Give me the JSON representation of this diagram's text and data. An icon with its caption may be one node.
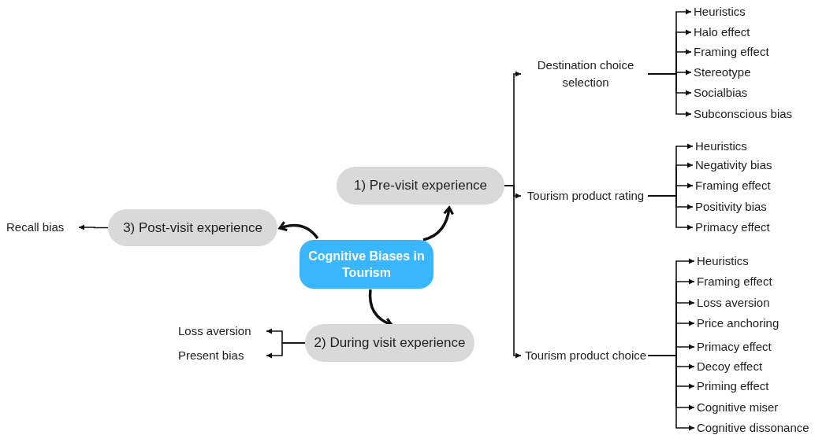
{
  "diagram": {
    "nodes": [
      {
        "text": [
          "Cognitive Biases in Tourism"
        ]
      },
      {
        "text": [
          "1) Pre-visit experience"
        ]
      },
      {
        "text": [
          "3) Post-visit experience"
        ]
      },
      {
        "text": [
          "2) During visit experience"
        ]
      },
      {
        "text": [
          "Recall bias"
        ]
      },
      {
        "text": [
          "Loss aversion"
        ]
      },
      {
        "text": [
          "Present bias"
        ]
      },
      {
        "text": [
          "Destination choice selection"
        ]
      },
      {
        "text": [
          "Tourism product rating"
        ]
      },
      {
        "text": [
          "Tourism product choice"
        ]
      },
      {
        "text": [
          "Heuristics"
        ]
      },
      {
        "text": [
          "Halo effect"
        ]
      },
      {
        "text": [
          "Framing effect"
        ]
      },
      {
        "text": [
          "Stereotype"
        ]
      },
      {
        "text": [
          "Socialbias"
        ]
      },
      {
        "text": [
          "Subconscious bias"
        ]
      },
      {
        "text": [
          "Heuristics"
        ]
      },
      {
        "text": [
          "Negativity bias"
        ]
      },
      {
        "text": [
          "Framing effect"
        ]
      },
      {
        "text": [
          "Positivity bias"
        ]
      },
      {
        "text": [
          "Primacy effect"
        ]
      },
      {
        "text": [
          "Heuristics"
        ]
      },
      {
        "text": [
          "Framing effect"
        ]
      },
      {
        "text": [
          "Loss aversion"
        ]
      },
      {
        "text": [
          "Price anchoring"
        ]
      },
      {
        "text": [
          "Primacy effect"
        ]
      },
      {
        "text": [
          "Decoy effect"
        ]
      },
      {
        "text": [
          "Priming effect"
        ]
      },
      {
        "text": [
          "Cognitive miser"
        ]
      },
      {
        "text": [
          "Cognitive dissonance"
        ]
      }
    ],
    "edges": [
      {
        "from": 0,
        "to": 1,
        "arrow": "to",
        "style": "thick"
      },
      {
        "from": 0,
        "to": 2,
        "arrow": "to",
        "style": "thick"
      },
      {
        "from": 0,
        "to": 3,
        "arrow": "to",
        "style": "thick"
      },
      {
        "from": 2,
        "to": 4,
        "arrow": "to"
      },
      {
        "from": 3,
        "to": 5,
        "arrow": "to"
      },
      {
        "from": 3,
        "to": 6,
        "arrow": "to"
      },
      {
        "from": 1,
        "to": 7,
        "arrow": "to"
      },
      {
        "from": 1,
        "to": 8,
        "arrow": "to"
      },
      {
        "from": 1,
        "to": 9,
        "arrow": "to"
      },
      {
        "from": 7,
        "to": 10,
        "arrow": "to"
      },
      {
        "from": 7,
        "to": 11,
        "arrow": "to"
      },
      {
        "from": 7,
        "to": 12,
        "arrow": "to"
      },
      {
        "from": 7,
        "to": 13,
        "arrow": "to"
      },
      {
        "from": 7,
        "to": 14,
        "arrow": "to"
      },
      {
        "from": 7,
        "to": 15,
        "arrow": "to"
      },
      {
        "from": 8,
        "to": 16,
        "arrow": "to"
      },
      {
        "from": 8,
        "to": 17,
        "arrow": "to"
      },
      {
        "from": 8,
        "to": 18,
        "arrow": "to"
      },
      {
        "from": 8,
        "to": 19,
        "arrow": "to"
      },
      {
        "from": 8,
        "to": 20,
        "arrow": "to"
      },
      {
        "from": 9,
        "to": 21,
        "arrow": "to"
      },
      {
        "from": 9,
        "to": 22,
        "arrow": "to"
      },
      {
        "from": 9,
        "to": 23,
        "arrow": "to"
      },
      {
        "from": 9,
        "to": 24,
        "arrow": "to"
      },
      {
        "from": 9,
        "to": 25,
        "arrow": "to"
      },
      {
        "from": 9,
        "to": 26,
        "arrow": "to"
      },
      {
        "from": 9,
        "to": 27,
        "arrow": "to"
      },
      {
        "from": 9,
        "to": 28,
        "arrow": "to"
      },
      {
        "from": 9,
        "to": 29,
        "arrow": "to"
      }
    ]
  }
}
